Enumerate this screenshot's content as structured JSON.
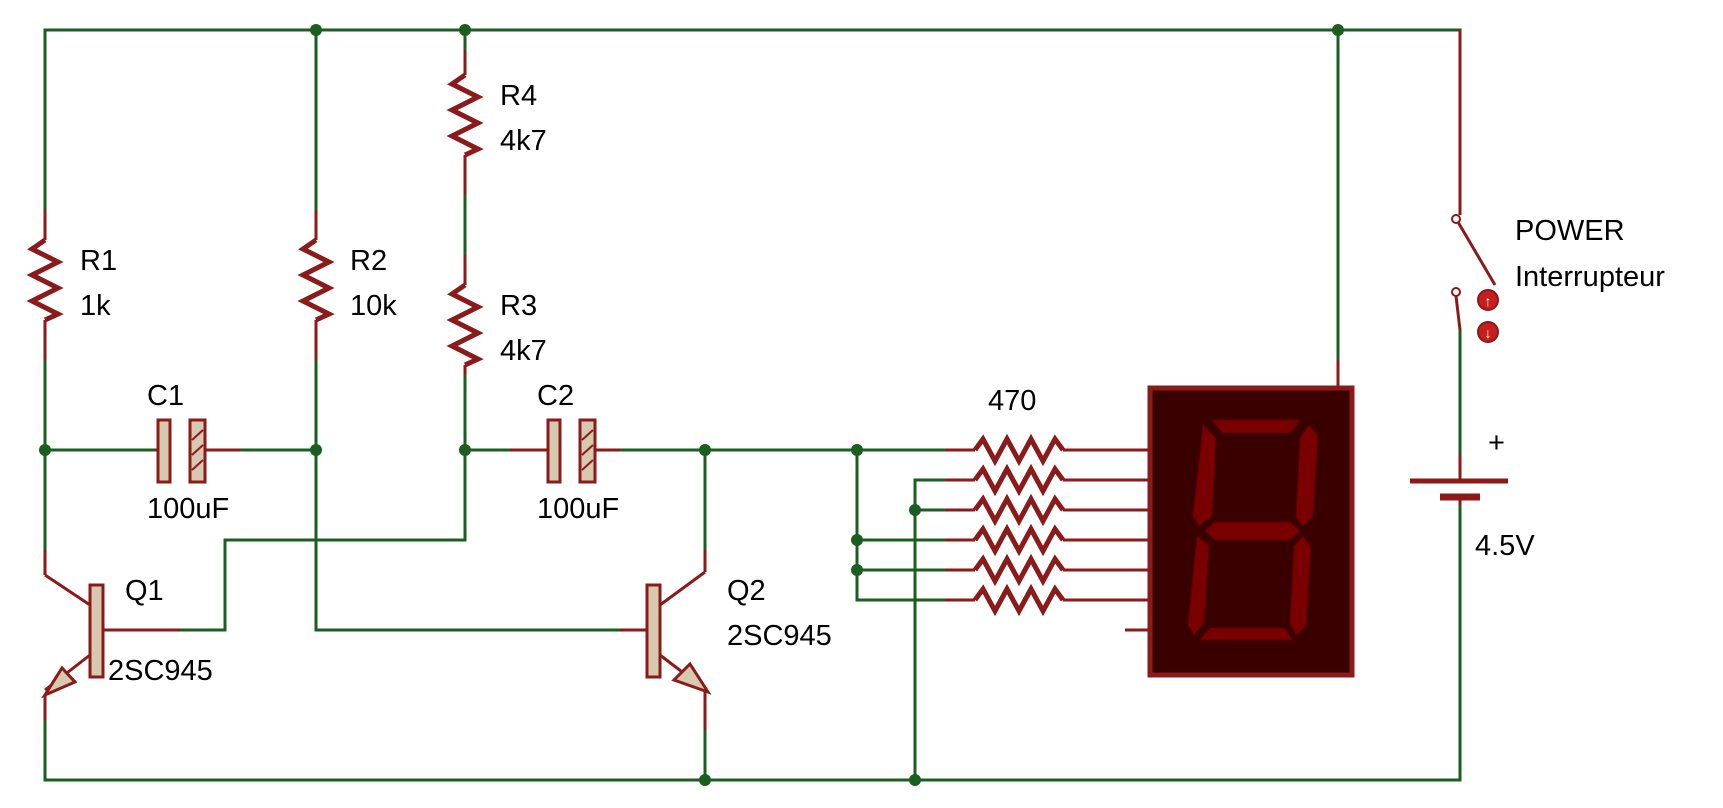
{
  "components": {
    "r1": {
      "ref": "R1",
      "value": "1k"
    },
    "r2": {
      "ref": "R2",
      "value": "10k"
    },
    "r3": {
      "ref": "R3",
      "value": "4k7"
    },
    "r4": {
      "ref": "R4",
      "value": "4k7"
    },
    "c1": {
      "ref": "C1",
      "value": "100uF"
    },
    "c2": {
      "ref": "C2",
      "value": "100uF"
    },
    "q1": {
      "ref": "Q1",
      "value": "2SC945"
    },
    "q2": {
      "ref": "Q2",
      "value": "2SC945"
    },
    "resistor_array": {
      "value": "470"
    },
    "switch": {
      "ref": "POWER",
      "value": "Interrupteur"
    },
    "battery": {
      "polarity": "+",
      "value": "4.5V"
    }
  },
  "colors": {
    "wire": "#1b5e20",
    "component": "#8b1a1a",
    "display_body": "#3a0000",
    "display_segment": "#7a0000"
  }
}
